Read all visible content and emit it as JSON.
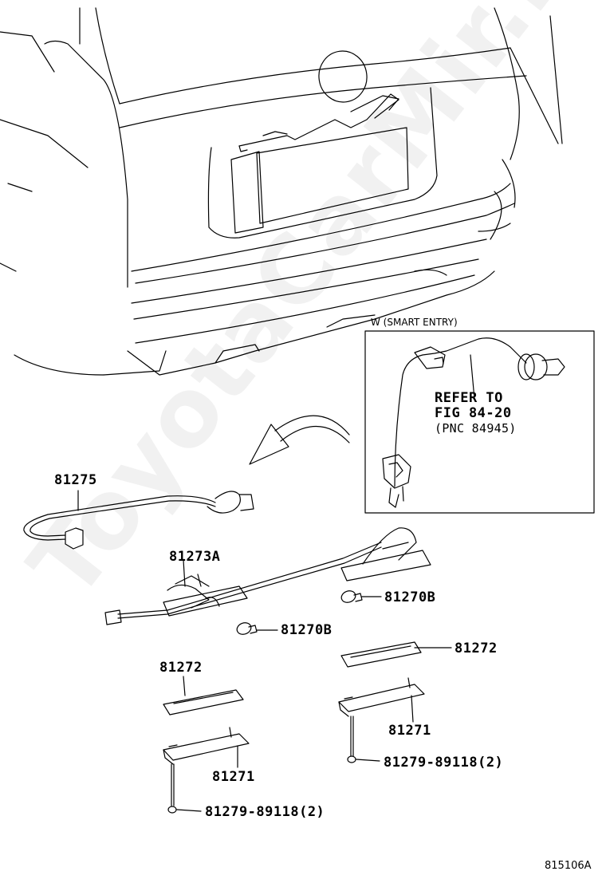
{
  "watermark": "ToyotaCarMir.ru",
  "inset": {
    "title": "W (SMART ENTRY)",
    "refer_line1": "REFER TO",
    "refer_line2": "FIG 84-20",
    "refer_line3": "(PNC 84945)"
  },
  "parts": {
    "p81275": "81275",
    "p81273a": "81273A",
    "p81270b_right": "81270B",
    "p81270b_left": "81270B",
    "p81272_right": "81272",
    "p81272_left": "81272",
    "p81271_right": "81271",
    "p81271_left": "81271",
    "p81279_right": "81279-89118(2)",
    "p81279_left": "81279-89118(2)"
  },
  "figure_code": "815106A",
  "colors": {
    "line": "#000000",
    "watermark": "#000000",
    "background": "#ffffff"
  }
}
